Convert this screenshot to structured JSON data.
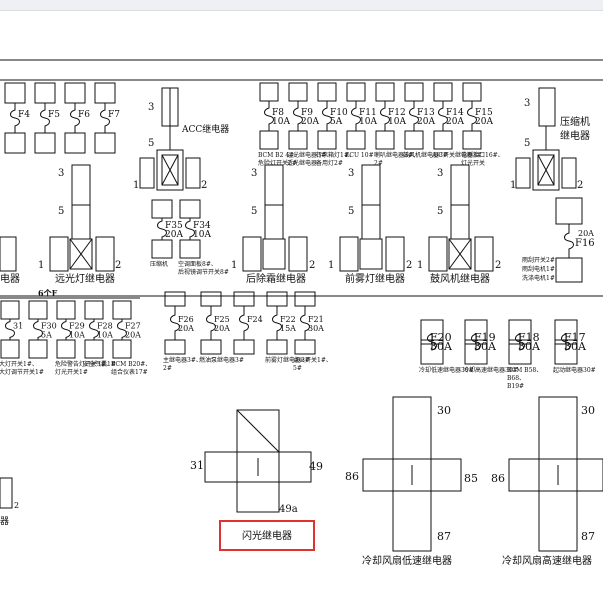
{
  "colors": {
    "line": "#111111",
    "highlight": "#e0322f"
  },
  "relay_labels": {
    "acc": "ACC继电器",
    "compressor_line1": "压缩机",
    "compressor_line2": "继电器",
    "highbeam": "远光灯继电器",
    "rear_defrost": "后除霜继电器",
    "front_fog": "前雾灯继电器",
    "blower": "鼓风机继电器",
    "left_partial": "电器",
    "left_partial2": "器",
    "flash": "闪光继电器",
    "fan_low": "冷却风扇低速继电器",
    "fan_high": "冷却风扇高速继电器",
    "group_label": "6个F"
  },
  "pins": {
    "p1": "1",
    "p2": "2",
    "p3": "3",
    "p5": "5",
    "p30": "30",
    "p31": "31",
    "p49": "49",
    "p49a": "49a",
    "p85": "85",
    "p86": "86",
    "p87": "87"
  },
  "fuses_top_row1": [
    {
      "name": "F4"
    },
    {
      "name": "F5"
    },
    {
      "name": "F6"
    },
    {
      "name": "F7"
    }
  ],
  "fuses_top_row2": [
    {
      "name": "F8",
      "rating": "10A",
      "desc": "BCM B2 4#、危险灯开关2#"
    },
    {
      "name": "F9",
      "rating": "20A",
      "desc": "远光继电器3#、近光继电器"
    },
    {
      "name": "F10",
      "rating": "5A",
      "desc": "行李箱灯1#、备用灯2#"
    },
    {
      "name": "F11",
      "rating": "10A",
      "desc": "ECU 10#"
    },
    {
      "name": "F12",
      "rating": "10A",
      "desc": "喇叭继电器3#、2#"
    },
    {
      "name": "F13",
      "rating": "20A",
      "desc": "鼓风机继电器3#"
    },
    {
      "name": "F14",
      "rating": "20A",
      "desc": "A/C开关继电器3#"
    },
    {
      "name": "F15",
      "rating": "20A",
      "desc": "诊断接口16#、灯光开关"
    }
  ],
  "fuses_mid": [
    {
      "name": "F35",
      "rating": "20A",
      "desc": "压缩机"
    },
    {
      "name": "F34",
      "rating": "10A",
      "desc": "空调面板8#、后视镜调节开关8#"
    }
  ],
  "fuse_f16": {
    "name": "F16",
    "rating": "20A",
    "desc": "雨刮开关2#、雨刮电机1#、洗涤电机1#"
  },
  "fuses_lower_left": [
    {
      "name": "31",
      "rating": "",
      "desc": "大灯开关1#、大灯调节开关1#"
    },
    {
      "name": "F30",
      "rating": "5A",
      "desc": ""
    },
    {
      "name": "F29",
      "rating": "10A",
      "desc": "危险警告灯开关3#、灯光开关1#"
    },
    {
      "name": "F28",
      "rating": "10A",
      "desc": "安全气囊1#"
    },
    {
      "name": "F27",
      "rating": "20A",
      "desc": "BCM B20#、组合仪表17#"
    }
  ],
  "fuses_lower_mid": [
    {
      "name": "F26",
      "rating": "20A",
      "desc": "主继电器3#、2#"
    },
    {
      "name": "F25",
      "rating": "20A",
      "desc": "燃油泵继电器3#"
    },
    {
      "name": "F24",
      "rating": "",
      "desc": ""
    },
    {
      "name": "F22",
      "rating": "15A",
      "desc": "前雾灯继电器3#"
    },
    {
      "name": "F21",
      "rating": "30A",
      "desc": "点火开关1#、5#"
    }
  ],
  "fuses_lower_right": [
    {
      "name": "F20",
      "rating": "30A",
      "desc": "冷却低速继电器30#"
    },
    {
      "name": "F19",
      "rating": "30A",
      "desc": "冷却高速继电器30#"
    },
    {
      "name": "F18",
      "rating": "30A",
      "desc": "BCM B58、B68、B19#"
    },
    {
      "name": "F17",
      "rating": "30A",
      "desc": "起动继电器30#"
    }
  ]
}
